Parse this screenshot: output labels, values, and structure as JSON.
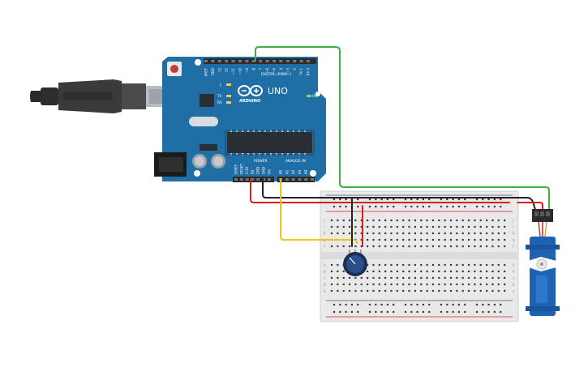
{
  "board": {
    "brand": "UNO",
    "maker": "ARDUINO",
    "digital_header": "DIGITAL (PWM~)",
    "analog_header": "ANALOG IN",
    "power_header": "POWER",
    "led_l": "L",
    "led_tx": "TX",
    "led_rx": "RX",
    "led_on": "ON",
    "digital_pins": [
      "AREF",
      "GND",
      "13",
      "12",
      "~11",
      "~10",
      "~9",
      "8",
      "7",
      "~6",
      "~5",
      "4",
      "~3",
      "2",
      "TX 1",
      "RX 0"
    ],
    "power_pins": [
      "IOREF",
      "RESET",
      "3.3V",
      "5V",
      "GND",
      "GND",
      "Vin"
    ],
    "analog_pins": [
      "A0",
      "A1",
      "A2",
      "A3",
      "A4",
      "A5"
    ]
  },
  "breadboard": {
    "row_letters_top": [
      "j",
      "i",
      "h",
      "g",
      "f"
    ],
    "row_letters_bottom": [
      "e",
      "d",
      "c",
      "b",
      "a"
    ],
    "columns": 30
  },
  "colors": {
    "board": "#1f6fa6",
    "board_dark": "#175886",
    "wire_green": "#3cb043",
    "wire_red": "#d62020",
    "wire_black": "#222222",
    "wire_yellow": "#f0c419",
    "breadboard": "#e9e9e9",
    "servo": "#1e62b4"
  }
}
